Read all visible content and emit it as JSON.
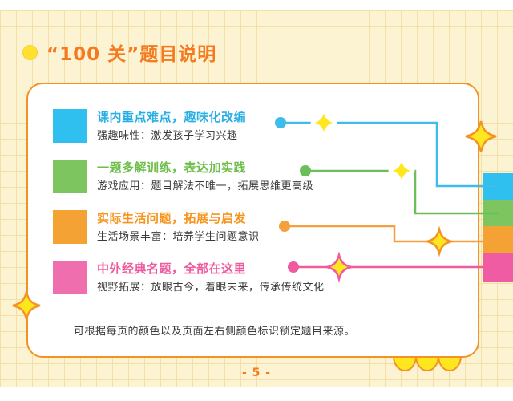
{
  "header": {
    "title": "“100 关”题目说明",
    "bullet_icon": "yellow-circle"
  },
  "rows": [
    {
      "title": "课内重点难点，趣味化改编",
      "subtitle": "强趣味性：激发孩子学习兴趣",
      "swatch_color": "#2FC0F0",
      "title_color": "#29AEE4",
      "line_color": "#3FBCEA",
      "tab_color": "#2FC0F0"
    },
    {
      "title": "一题多解训练，表达加实践",
      "subtitle": "游戏应用：题目解法不唯一，拓展思维更高级",
      "swatch_color": "#7CC55F",
      "title_color": "#6FBE4C",
      "line_color": "#6CBE58",
      "tab_color": "#7CC55F"
    },
    {
      "title": "实际生活问题，拓展与启发",
      "subtitle": "生活场景丰富：培养学生问题意识",
      "swatch_color": "#F5A235",
      "title_color": "#F7941D",
      "line_color": "#F5A03C",
      "tab_color": "#F5A235"
    },
    {
      "title": "中外经典名题，全部在这里",
      "subtitle": "视野拓展：放眼古今，着眼未来，传承传统文化",
      "swatch_color": "#EF6FAE",
      "title_color": "#EE5B9F",
      "line_color": "#EE5B9F",
      "tab_color": "#EF5CA4"
    }
  ],
  "footer": {
    "note": "可根据每页的颜色以及页面左右侧颜色标识锁定题目来源。",
    "page_number": "- 5 -"
  },
  "colors": {
    "accent_orange": "#F4791F",
    "card_border": "#F49325",
    "background_cream": "#FCF3D3",
    "grid_line": "#F4DFA6",
    "sparkle_yellow": "#FFE71F",
    "cloud_yellow": "#FFE71F"
  },
  "icons": {
    "sparkles": "yellow-diamond-sparkle",
    "cloud": "yellow-scallop-cloud"
  }
}
